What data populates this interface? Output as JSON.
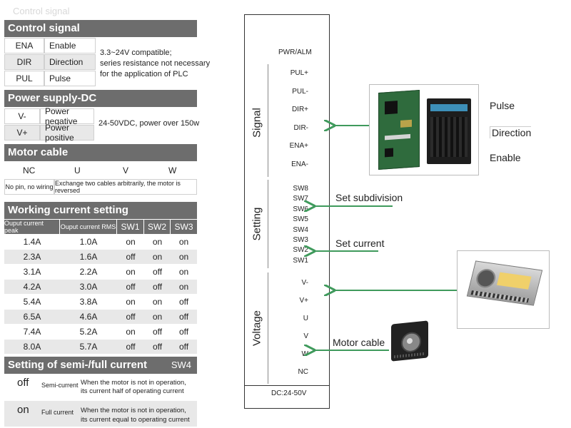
{
  "watermark": "Control signal",
  "control_signal": {
    "title": "Control signal",
    "rows": [
      {
        "code": "ENA",
        "name": "Enable"
      },
      {
        "code": "DIR",
        "name": "Direction"
      },
      {
        "code": "PUL",
        "name": "Pulse"
      }
    ],
    "note": [
      "3.3~24V compatible;",
      "series resistance not necessary",
      "for the application of PLC"
    ]
  },
  "power_supply": {
    "title": "Power supply-DC",
    "rows": [
      {
        "code": "V-",
        "name": "Power negative"
      },
      {
        "code": "V+",
        "name": "Power positive"
      }
    ],
    "note": "24-50VDC, power over 150w"
  },
  "motor_cable": {
    "title": "Motor cable",
    "headers": [
      "NC",
      "U",
      "V",
      "W"
    ],
    "nc_note": "No pin, no wiring",
    "uvw_note": "Exchange two cables arbitrarily, the motor is reversed"
  },
  "working_current": {
    "title": "Working current setting",
    "headers": [
      "Ouput current peak",
      "Ouput current RMS",
      "SW1",
      "SW2",
      "SW3"
    ],
    "rows": [
      [
        "1.4A",
        "1.0A",
        "on",
        "on",
        "on"
      ],
      [
        "2.3A",
        "1.6A",
        "off",
        "on",
        "on"
      ],
      [
        "3.1A",
        "2.2A",
        "on",
        "off",
        "on"
      ],
      [
        "4.2A",
        "3.0A",
        "off",
        "off",
        "on"
      ],
      [
        "5.4A",
        "3.8A",
        "on",
        "on",
        "off"
      ],
      [
        "6.5A",
        "4.6A",
        "off",
        "on",
        "off"
      ],
      [
        "7.4A",
        "5.2A",
        "on",
        "off",
        "off"
      ],
      [
        "8.0A",
        "5.7A",
        "off",
        "off",
        "off"
      ]
    ]
  },
  "semi_full": {
    "title": "Setting of semi-/full current",
    "switch": "SW4",
    "rows": [
      {
        "state": "off",
        "mode": "Semi-current",
        "desc": [
          "When the motor is not in operation,",
          "its current half of operating current"
        ]
      },
      {
        "state": "on",
        "mode": "Full current",
        "desc": [
          "When the motor is not in operation,",
          "its current equal to operating current"
        ]
      }
    ]
  },
  "driver": {
    "pwr_alm": "PWR/ALM",
    "signal_label": "Signal",
    "signal_pins": [
      "PUL+",
      "PUL-",
      "DIR+",
      "DIR-",
      "ENA+",
      "ENA-"
    ],
    "setting_label": "Setting",
    "switches": [
      "SW8",
      "SW7",
      "SW6",
      "SW5",
      "SW4",
      "SW3",
      "SW2",
      "SW1"
    ],
    "voltage_label": "Voltage",
    "power_pins": [
      "V-",
      "V+",
      "U",
      "V",
      "W",
      "NC"
    ],
    "dc_range": "DC:24-50V"
  },
  "connections": {
    "set_subdivision": "Set subdivision",
    "set_current": "Set current",
    "motor_cable": "Motor cable",
    "legend": [
      "Pulse",
      "Direction",
      "Enable"
    ]
  },
  "colors": {
    "header_gray": "#6d6d6d",
    "arrow_green": "#3f9a5c"
  }
}
